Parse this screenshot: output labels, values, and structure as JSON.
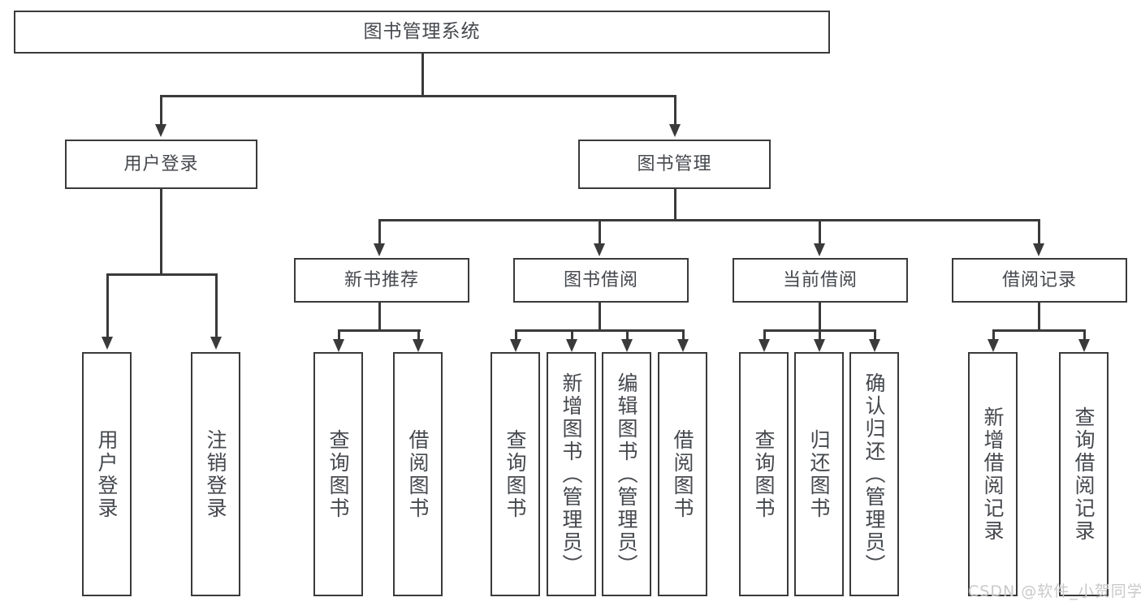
{
  "diagram": {
    "type": "tree",
    "title": "图书管理系统",
    "colors": {
      "background": "#ffffff",
      "box_border": "#3a3a3a",
      "box_fill": "#ffffff",
      "text": "#45484d",
      "connector": "#3a3a3a",
      "watermark": "#c9c9c9"
    },
    "root": {
      "label": "图书管理系统"
    },
    "level1": [
      {
        "label": "用户登录"
      },
      {
        "label": "图书管理"
      }
    ],
    "level2": [
      {
        "label": "新书推荐"
      },
      {
        "label": "图书借阅"
      },
      {
        "label": "当前借阅"
      },
      {
        "label": "借阅记录"
      }
    ],
    "leaves": {
      "user_login": [
        {
          "label": "用户登录"
        },
        {
          "label": "注销登录"
        }
      ],
      "new_book_recommend": [
        {
          "label": "查询图书"
        },
        {
          "label": "借阅图书"
        }
      ],
      "book_borrow": [
        {
          "label": "查询图书"
        },
        {
          "label": "新增图书（管理员）"
        },
        {
          "label": "编辑图书（管理员）"
        },
        {
          "label": "借阅图书"
        }
      ],
      "current_borrow": [
        {
          "label": "查询图书"
        },
        {
          "label": "归还图书"
        },
        {
          "label": "确认归还（管理员）"
        }
      ],
      "borrow_record": [
        {
          "label": "新增借阅记录"
        },
        {
          "label": "查询借阅记录"
        }
      ]
    }
  },
  "watermark": {
    "text": "CSDN @软件_小贺同学"
  }
}
